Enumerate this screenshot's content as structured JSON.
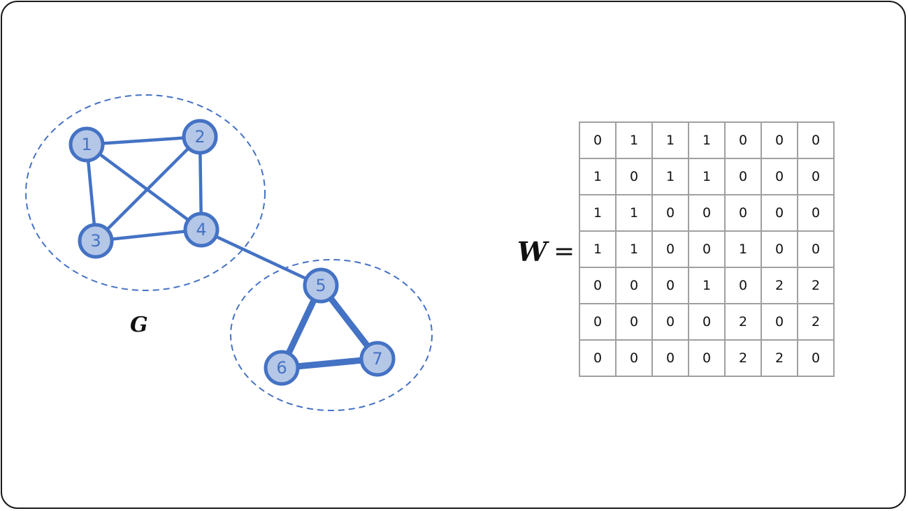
{
  "graph": {
    "name": "G",
    "colors": {
      "edge": "#4472C4",
      "node_fill": "#B4C7E7",
      "node_stroke": "#4472C4",
      "label": "#4472C4",
      "cluster": "#4472C4"
    },
    "nodes": [
      {
        "id": "1",
        "label": "1"
      },
      {
        "id": "2",
        "label": "2"
      },
      {
        "id": "3",
        "label": "3"
      },
      {
        "id": "4",
        "label": "4"
      },
      {
        "id": "5",
        "label": "5"
      },
      {
        "id": "6",
        "label": "6"
      },
      {
        "id": "7",
        "label": "7"
      }
    ],
    "edges": [
      {
        "from": "1",
        "to": "2",
        "weight": 1
      },
      {
        "from": "1",
        "to": "3",
        "weight": 1
      },
      {
        "from": "1",
        "to": "4",
        "weight": 1
      },
      {
        "from": "2",
        "to": "3",
        "weight": 1
      },
      {
        "from": "2",
        "to": "4",
        "weight": 1
      },
      {
        "from": "3",
        "to": "4",
        "weight": 1
      },
      {
        "from": "4",
        "to": "5",
        "weight": 1
      },
      {
        "from": "5",
        "to": "6",
        "weight": 2
      },
      {
        "from": "5",
        "to": "7",
        "weight": 2
      },
      {
        "from": "6",
        "to": "7",
        "weight": 2
      }
    ],
    "clusters": [
      {
        "members": [
          "1",
          "2",
          "3",
          "4"
        ]
      },
      {
        "members": [
          "5",
          "6",
          "7"
        ]
      }
    ]
  },
  "matrix": {
    "symbol": "W",
    "equals": "=",
    "rows": [
      [
        "0",
        "1",
        "1",
        "1",
        "0",
        "0",
        "0"
      ],
      [
        "1",
        "0",
        "1",
        "1",
        "0",
        "0",
        "0"
      ],
      [
        "1",
        "1",
        "0",
        "0",
        "0",
        "0",
        "0"
      ],
      [
        "1",
        "1",
        "0",
        "0",
        "1",
        "0",
        "0"
      ],
      [
        "0",
        "0",
        "0",
        "1",
        "0",
        "2",
        "2"
      ],
      [
        "0",
        "0",
        "0",
        "0",
        "2",
        "0",
        "2"
      ],
      [
        "0",
        "0",
        "0",
        "0",
        "2",
        "2",
        "0"
      ]
    ]
  }
}
